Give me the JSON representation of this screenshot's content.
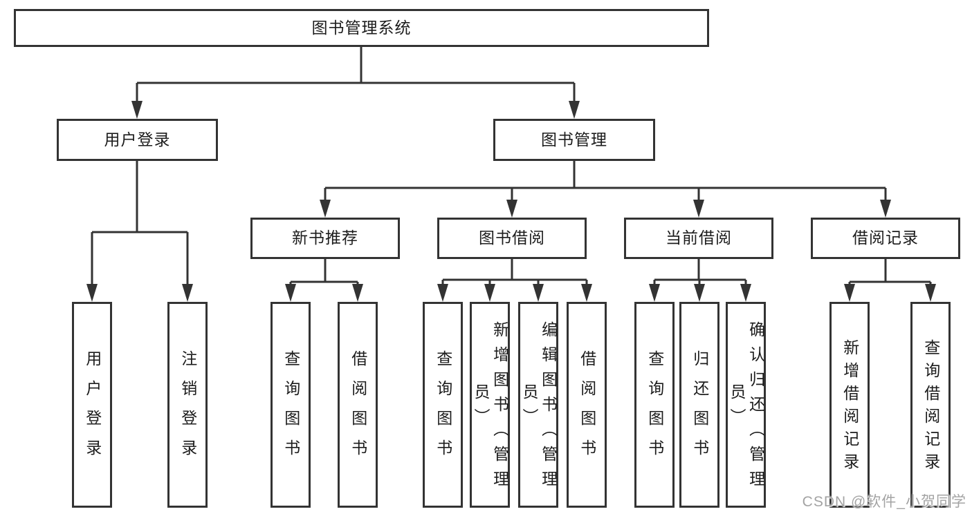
{
  "tree": {
    "label": "图书管理系统",
    "children": [
      {
        "label": "用户登录",
        "children": [
          {
            "label": "用户登录"
          },
          {
            "label": "注销登录"
          }
        ]
      },
      {
        "label": "图书管理",
        "children": [
          {
            "label": "新书推荐",
            "children": [
              {
                "label": "查询图书"
              },
              {
                "label": "借阅图书"
              }
            ]
          },
          {
            "label": "图书借阅",
            "children": [
              {
                "label": "查询图书"
              },
              {
                "label": "新增图书（管理员）"
              },
              {
                "label": "编辑图书（管理员）"
              },
              {
                "label": "借阅图书"
              }
            ]
          },
          {
            "label": "当前借阅",
            "children": [
              {
                "label": "查询图书"
              },
              {
                "label": "归还图书"
              },
              {
                "label": "确认归还（管理员）"
              }
            ]
          },
          {
            "label": "借阅记录",
            "children": [
              {
                "label": "新增借阅记录"
              },
              {
                "label": "查询借阅记录"
              }
            ]
          }
        ]
      }
    ]
  },
  "watermark": "CSDN @软件_小贺同学",
  "colors": {
    "line": "#333333",
    "box_border": "#333333",
    "text": "#1c1c1c",
    "watermark": "#a3a3a3",
    "background": "#ffffff"
  }
}
